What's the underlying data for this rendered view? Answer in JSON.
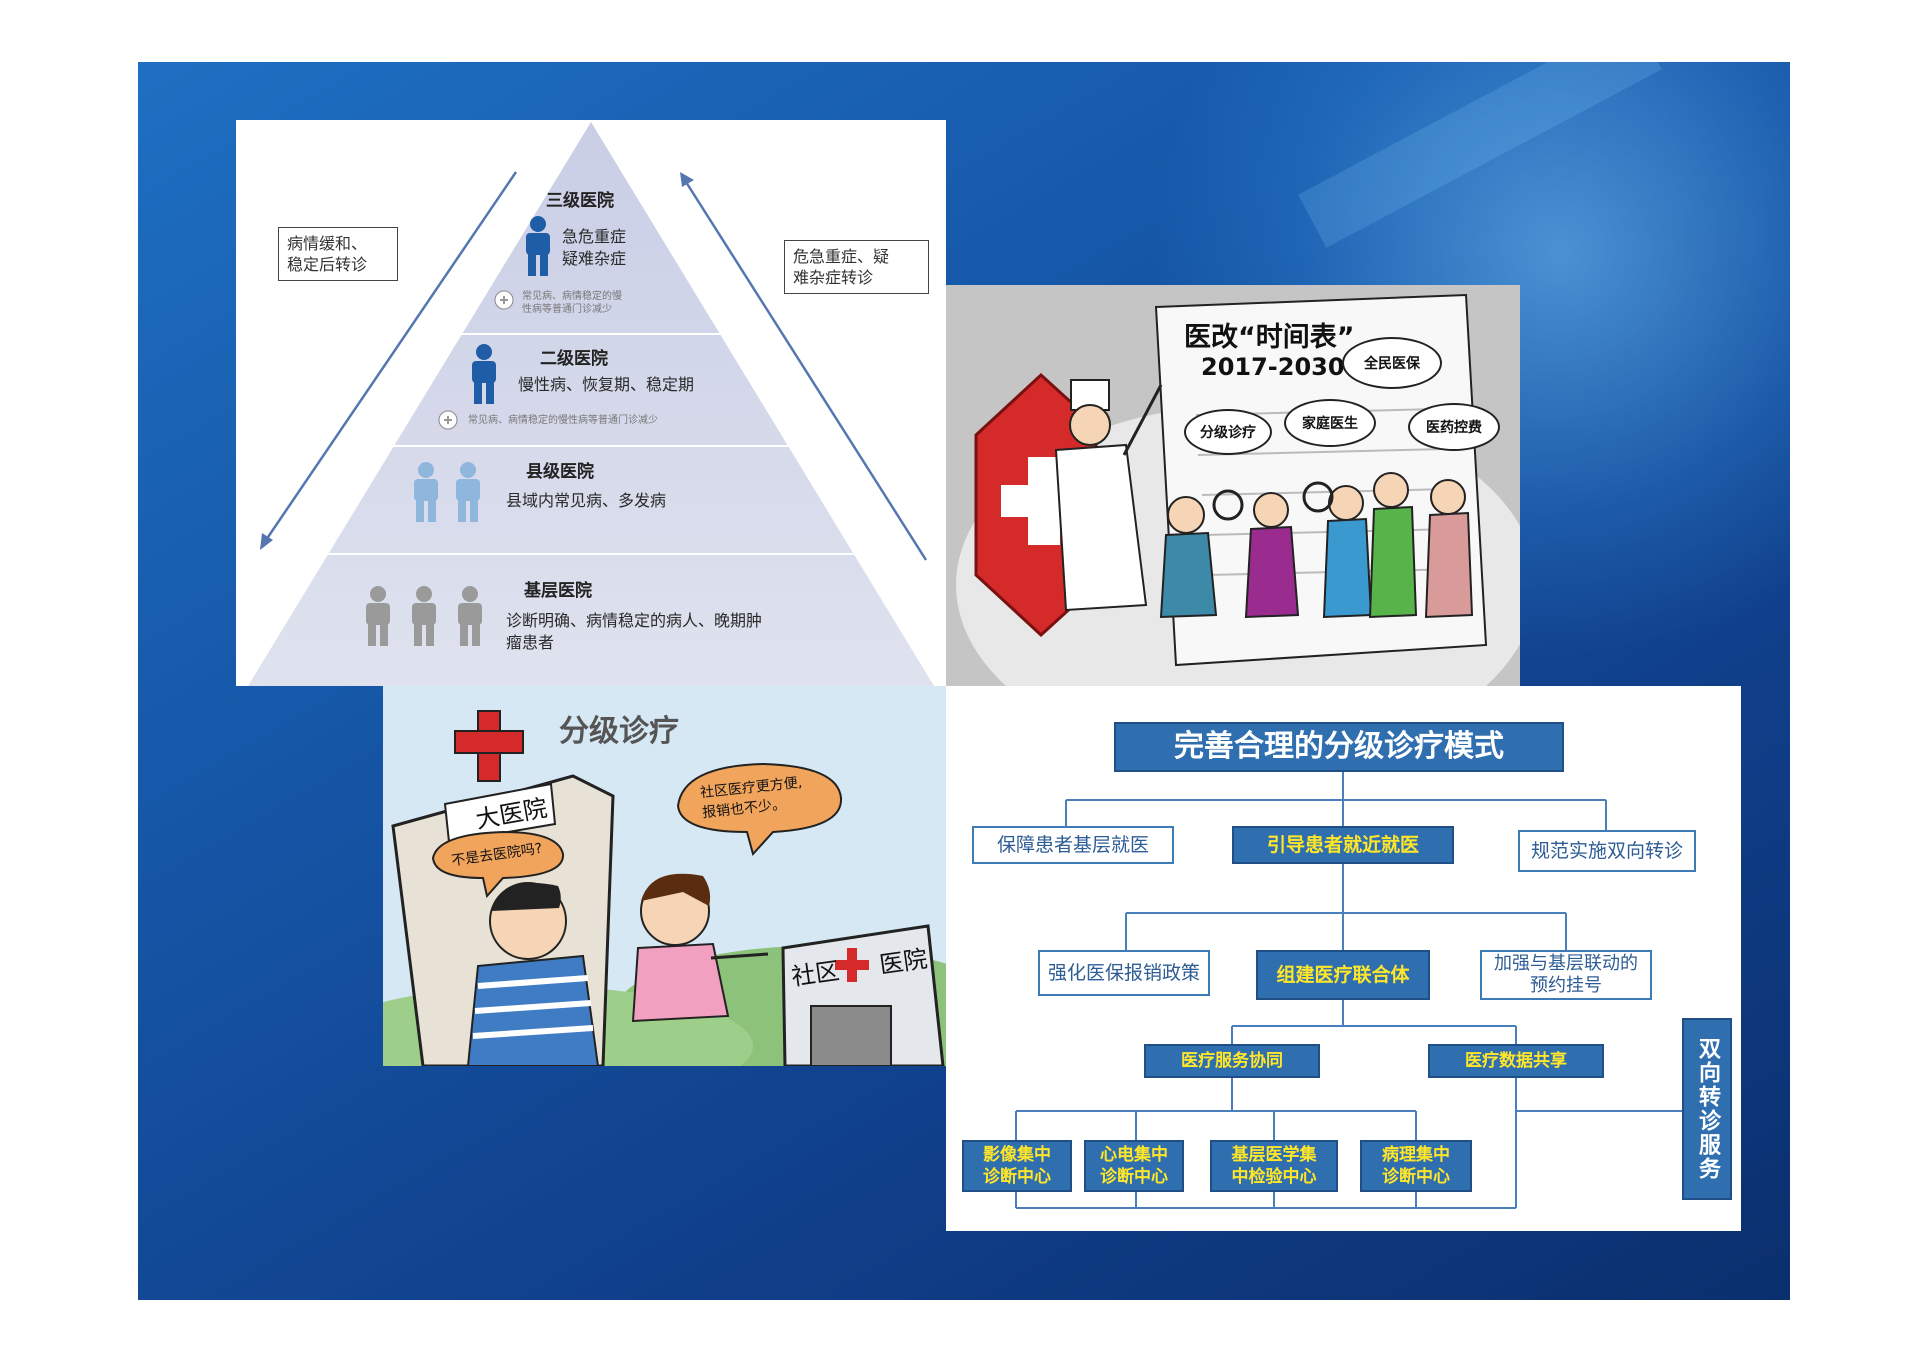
{
  "pyramid": {
    "left_label": "病情缓和、\n稳定后转诊",
    "right_label": "危急重症、疑\n难杂症转诊",
    "tiers": [
      {
        "title": "三级医院",
        "desc": "急危重症\n疑难杂症",
        "note": "常见病、病情稳定的慢\n性病等普通门诊减少"
      },
      {
        "title": "二级医院",
        "desc": "慢性病、恢复期、稳定期",
        "note": "常见病、病情稳定的慢性病等普通门诊减少"
      },
      {
        "title": "县级医院",
        "desc": "县域内常见病、多发病"
      },
      {
        "title": "基层医院",
        "desc": "诊断明确、病情稳定的病人、晚期肿\n瘤患者"
      }
    ]
  },
  "timetable": {
    "title": "医改“时间表”",
    "years": "2017-2030",
    "bubbles": [
      "全民医保",
      "分级诊疗",
      "家庭医生",
      "医药控费"
    ]
  },
  "cartoon": {
    "title": "分级诊疗",
    "big_hospital": "大医院",
    "boy_speech": "不是去医院吗?",
    "girl_speech": "社区医疗更方便,\n报销也不少。",
    "community_hospital_left": "社区",
    "community_hospital_right": "医院"
  },
  "model": {
    "title": "完善合理的分级诊疗模式",
    "level1": [
      "保障患者基层就医",
      "引导患者就近就医",
      "规范实施双向转诊"
    ],
    "level2": [
      "强化医保报销政策",
      "组建医疗联合体",
      "加强与基层联动的\n预约挂号"
    ],
    "level3": [
      "医疗服务协同",
      "医疗数据共享"
    ],
    "level4": [
      "影像集中\n诊断中心",
      "心电集中\n诊断中心",
      "基层医学集\n中检验中心",
      "病理集中\n诊断中心"
    ],
    "side": "双向转诊服务"
  },
  "colors": {
    "slide_blue": "#1657a8",
    "model_box_blue": "#2f6fb0",
    "highlight_yellow": "#ffe629",
    "hospital_red": "#d42a2a"
  }
}
